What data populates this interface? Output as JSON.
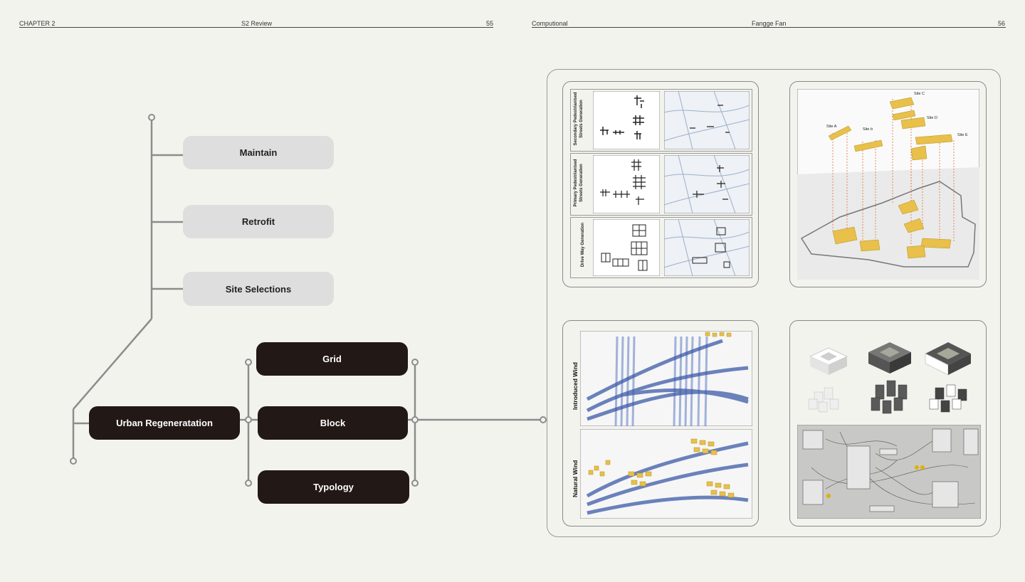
{
  "header": {
    "chapter": "CHAPTER 2",
    "section": "S2 Review",
    "page_left": "55",
    "topic": "Computional",
    "author": "Fangge Fan",
    "page_right": "56"
  },
  "diagram": {
    "branches": [
      "Maintain",
      "Retrofit",
      "Site Selections"
    ],
    "root": "Urban Regeneratation",
    "methods": [
      "Grid",
      "Block",
      "Typology"
    ]
  },
  "panels": {
    "generation_rows": [
      "Secondary Pedestrianised Streets Generation",
      "Primary Pedestrianised Streets Generation",
      "Drive Way Generation"
    ],
    "site_labels": [
      "Site A",
      "Site b",
      "Site C",
      "Site D",
      "Site E"
    ],
    "wind_labels": [
      "Introduced  Wind",
      "Natural Wind"
    ]
  },
  "colors": {
    "background": "#f3f3ee",
    "dark_node": "#221815",
    "light_node": "#dedede",
    "connector": "#8c8c8c",
    "building_yellow": "#e8c04a",
    "wind_blue": "#3c5aa8"
  }
}
